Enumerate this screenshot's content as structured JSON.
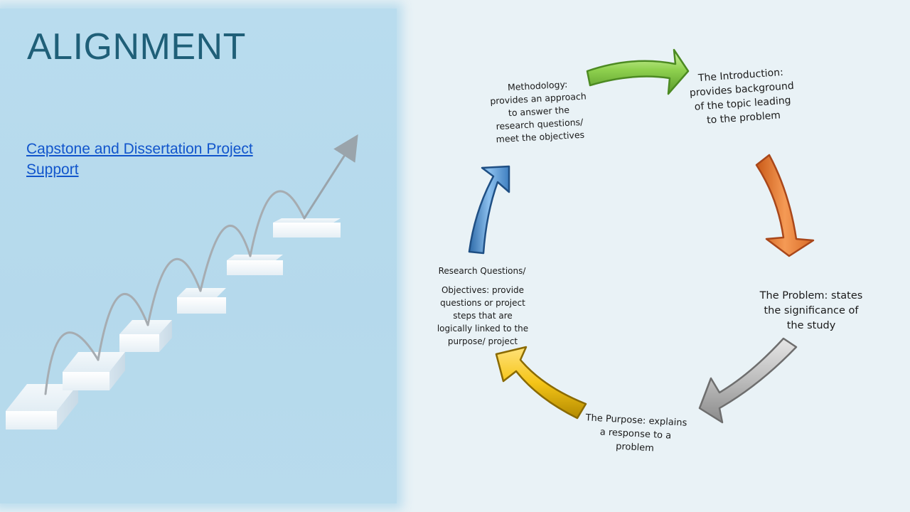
{
  "slide": {
    "title": "ALIGNMENT",
    "link_text": "Capstone and Dissertation Project Support"
  },
  "cycle": {
    "methodology": "Methodology:\nprovides an approach\nto answer the\nresearch questions/\nmeet the objectives",
    "introduction": "The Introduction:\nprovides background\nof the topic leading\nto the problem",
    "problem": "The Problem: states\nthe significance of\nthe study",
    "purpose": "The Purpose: explains\na response to a\nproblem",
    "research_questions_heading": "Research Questions/",
    "research_questions_body": "Objectives: provide\nquestions or project\nsteps that are\nlogically linked to the\npurpose/ project"
  },
  "colors": {
    "title": "#1f5f78",
    "link": "#1155cc",
    "panel": "#b7daec",
    "arrow_green": "#8fd14f",
    "arrow_orange": "#f08a3c",
    "arrow_gray": "#b4b4b4",
    "arrow_yellow": "#f5c518",
    "arrow_blue": "#5b9bd5"
  },
  "icons": [
    "staircase-growth-illustration",
    "trend-arrow-icon",
    "cycle-arrow-icon"
  ]
}
